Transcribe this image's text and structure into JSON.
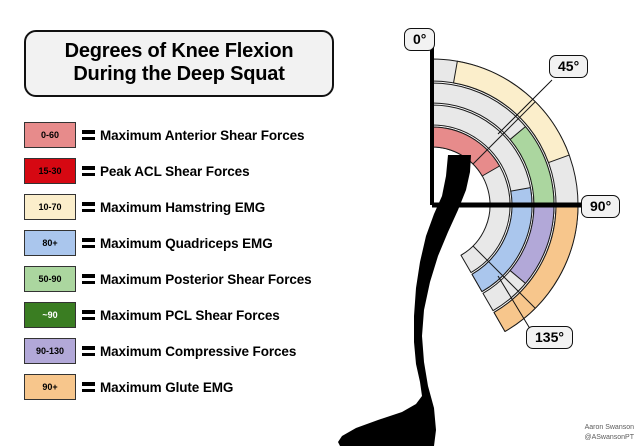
{
  "title": {
    "line1": "Degrees of Knee Flexion",
    "line2": "During the Deep Squat"
  },
  "legend": {
    "items": [
      {
        "range": "0-60",
        "label": "Maximum Anterior Shear Forces",
        "color": "#e78b8b",
        "text_color": "#000000"
      },
      {
        "range": "15-30",
        "label": "Peak ACL Shear Forces",
        "color": "#d60812",
        "text_color": "#000000"
      },
      {
        "range": "10-70",
        "label": "Maximum Hamstring EMG",
        "color": "#fbeecb",
        "text_color": "#000000"
      },
      {
        "range": "80+",
        "label": "Maximum Quadriceps EMG",
        "color": "#aac6ed",
        "text_color": "#000000"
      },
      {
        "range": "50-90",
        "label": "Maximum Posterior Shear Forces",
        "color": "#abd69f",
        "text_color": "#000000"
      },
      {
        "range": "~90",
        "label": "Maximum PCL Shear Forces",
        "color": "#3a7d22",
        "text_color": "#ffffff"
      },
      {
        "range": "90-130",
        "label": "Maximum Compressive Forces",
        "color": "#b2a8d8",
        "text_color": "#000000"
      },
      {
        "range": "90+",
        "label": "Maximum Glute EMG",
        "color": "#f7c68c",
        "text_color": "#000000"
      }
    ]
  },
  "diagram": {
    "angle_labels": [
      {
        "id": "0",
        "text": "0°"
      },
      {
        "id": "45",
        "text": "45°"
      },
      {
        "id": "90",
        "text": "90°"
      },
      {
        "id": "135",
        "text": "135°"
      }
    ],
    "neutral_color": "#e8e8e8",
    "leg_color": "#000000",
    "axis_color": "#000000"
  },
  "chart_data": {
    "type": "polar_band",
    "title": "Degrees of Knee Flexion During the Deep Squat",
    "angle_unit": "degrees",
    "angle_range": [
      0,
      150
    ],
    "angle_ticks": [
      0,
      45,
      90,
      135
    ],
    "center_meaning": "knee joint axis",
    "ring_order": "innermost to outermost",
    "series": [
      {
        "name": "Peak ACL Shear Forces",
        "ring": 1,
        "start": 15,
        "end": 30,
        "color": "#d60812",
        "label": "15-30"
      },
      {
        "name": "Maximum Anterior Shear Forces",
        "ring": 1,
        "start": 0,
        "end": 60,
        "color": "#e78b8b",
        "label": "0-60"
      },
      {
        "name": "Maximum Quadriceps EMG",
        "ring": 2,
        "start": 80,
        "end": 150,
        "color": "#aac6ed",
        "label": "80+"
      },
      {
        "name": "Maximum PCL Shear Forces",
        "ring": 3,
        "start": 86,
        "end": 94,
        "color": "#3a7d22",
        "label": "~90"
      },
      {
        "name": "Maximum Posterior Shear Forces",
        "ring": 3,
        "start": 50,
        "end": 90,
        "color": "#abd69f",
        "label": "50-90"
      },
      {
        "name": "Maximum Compressive Forces",
        "ring": 3,
        "start": 90,
        "end": 130,
        "color": "#b2a8d8",
        "label": "90-130"
      },
      {
        "name": "Maximum Hamstring EMG",
        "ring": 4,
        "start": 10,
        "end": 70,
        "color": "#fbeecb",
        "label": "10-70"
      },
      {
        "name": "Maximum Glute EMG",
        "ring": 4,
        "start": 90,
        "end": 150,
        "color": "#f7c68c",
        "label": "90+"
      }
    ]
  },
  "attribution": {
    "name": "Aaron Swanson",
    "handle": "@ASwansonPT"
  }
}
